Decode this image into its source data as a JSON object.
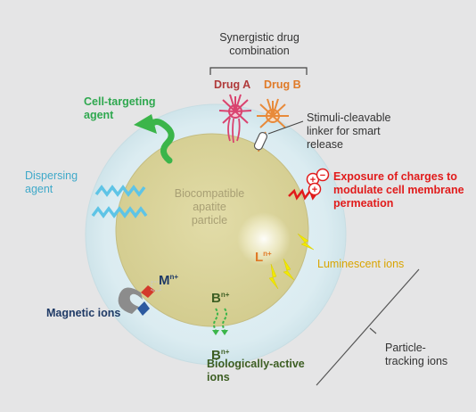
{
  "title": "Synergistic drug\ncombination",
  "drug_a": "Drug A",
  "drug_b": "Drug B",
  "linker": "Stimuli-cleavable\nlinker for smart\nrelease",
  "cell_targeting": "Cell-targeting\nagent",
  "dispersing": "Dispersing\nagent",
  "particle": "Biocompatible\napatite\nparticle",
  "charges": "Exposure of charges to\nmodulate cell membrane\npermeation",
  "luminescent": "Luminescent ions",
  "magnetic": "Magnetic ions",
  "bio_active": "Biologically-active\nions",
  "tracking": "Particle-\ntracking ions",
  "ion_m": "M",
  "ion_b": "B",
  "ion_l": "L",
  "ion_charge": "n+",
  "colors": {
    "drug_a": "#b03a3a",
    "drug_b": "#e07a28",
    "cell_targeting": "#3bb54a",
    "dispersing": "#3fa9c9",
    "charges": "#e11b1b",
    "luminescent": "#d9a400",
    "magnetic": "#1f3a66",
    "bio_active": "#3d5e23",
    "particle_text": "#a89f74",
    "particle_fill": "#dcd69c",
    "halo": "#dfeef3"
  }
}
